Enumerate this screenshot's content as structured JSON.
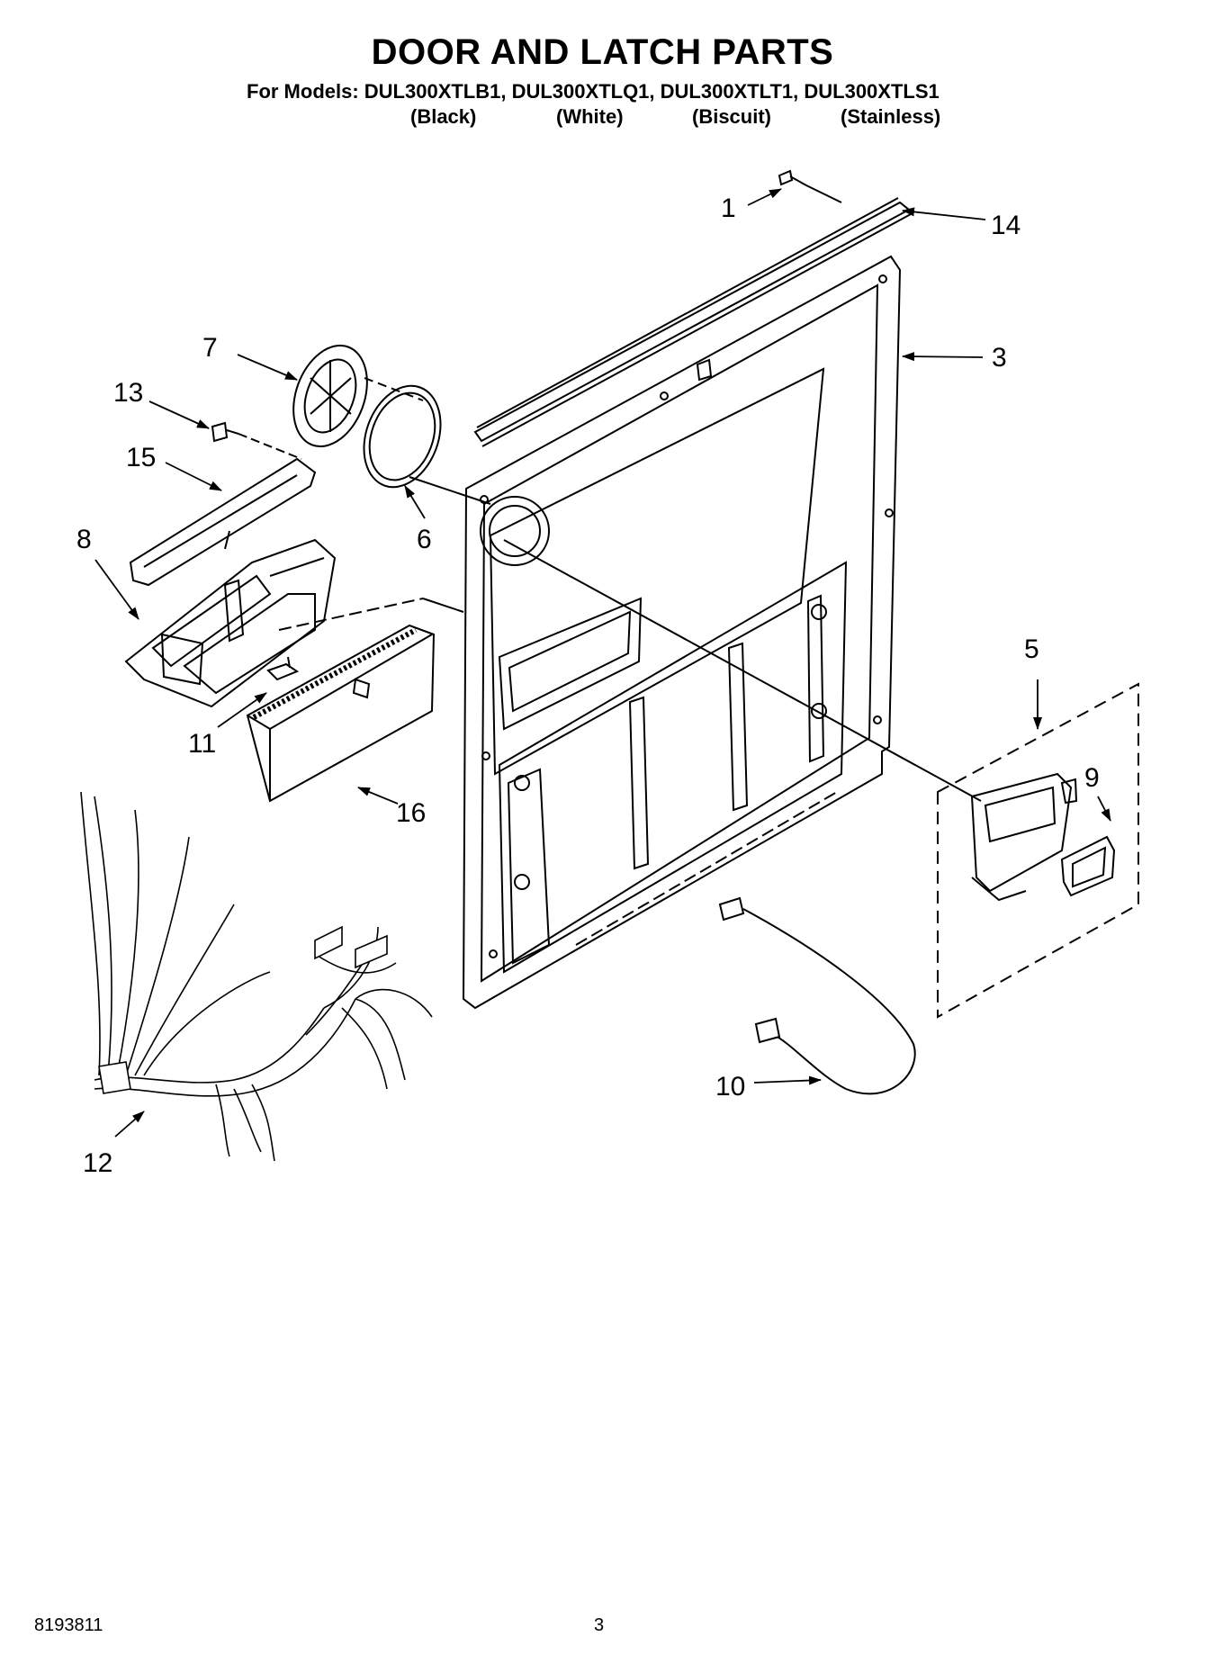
{
  "header": {
    "title": "DOOR AND LATCH PARTS",
    "models": "For Models: DUL300XTLB1, DUL300XTLQ1, DUL300XTLT1, DUL300XTLS1",
    "colors": [
      "(Black)",
      "(White)",
      "(Biscuit)",
      "(Stainless)"
    ]
  },
  "callouts": {
    "c1": "1",
    "c3": "3",
    "c5": "5",
    "c6": "6",
    "c7": "7",
    "c8": "8",
    "c9": "9",
    "c10": "10",
    "c11": "11",
    "c12": "12",
    "c13": "13",
    "c14": "14",
    "c15": "15",
    "c16": "16"
  },
  "footer": {
    "doc_number": "8193811",
    "page_number": "3"
  }
}
